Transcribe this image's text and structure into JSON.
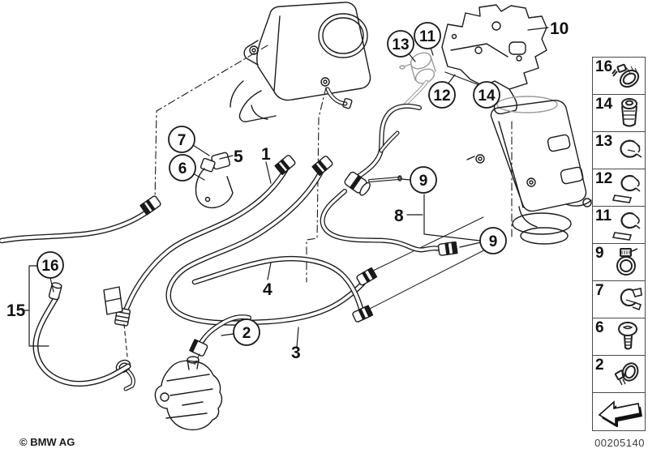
{
  "footer": {
    "copyright": "© BMW AG",
    "diagram_number": "00205140"
  },
  "callouts": {
    "c1": {
      "label": "1"
    },
    "c2": {
      "label": "2"
    },
    "c3": {
      "label": "3"
    },
    "c4": {
      "label": "4"
    },
    "c5": {
      "label": "5"
    },
    "c6": {
      "label": "6"
    },
    "c7": {
      "label": "7"
    },
    "c8": {
      "label": "8"
    },
    "c9a": {
      "label": "9"
    },
    "c9b": {
      "label": "9"
    },
    "c10": {
      "label": "10"
    },
    "c11": {
      "label": "11"
    },
    "c12": {
      "label": "12"
    },
    "c13": {
      "label": "13"
    },
    "c14": {
      "label": "14"
    },
    "c15": {
      "label": "15"
    },
    "c16": {
      "label": "16"
    }
  },
  "sidebar": {
    "items": [
      {
        "label": "16",
        "icon": "worm-clamp-icon"
      },
      {
        "label": "14",
        "icon": "torx-screw-icon"
      },
      {
        "label": "13",
        "icon": "clip-icon"
      },
      {
        "label": "12",
        "icon": "clip-base-icon"
      },
      {
        "label": "11",
        "icon": "clip-base-icon"
      },
      {
        "label": "9",
        "icon": "band-clamp-icon"
      },
      {
        "label": "7",
        "icon": "holder-clip-icon"
      },
      {
        "label": "6",
        "icon": "pan-screw-icon"
      },
      {
        "label": "2",
        "icon": "mini-clamp-icon"
      },
      {
        "label": "",
        "icon": "direction-arrow-icon"
      }
    ]
  }
}
